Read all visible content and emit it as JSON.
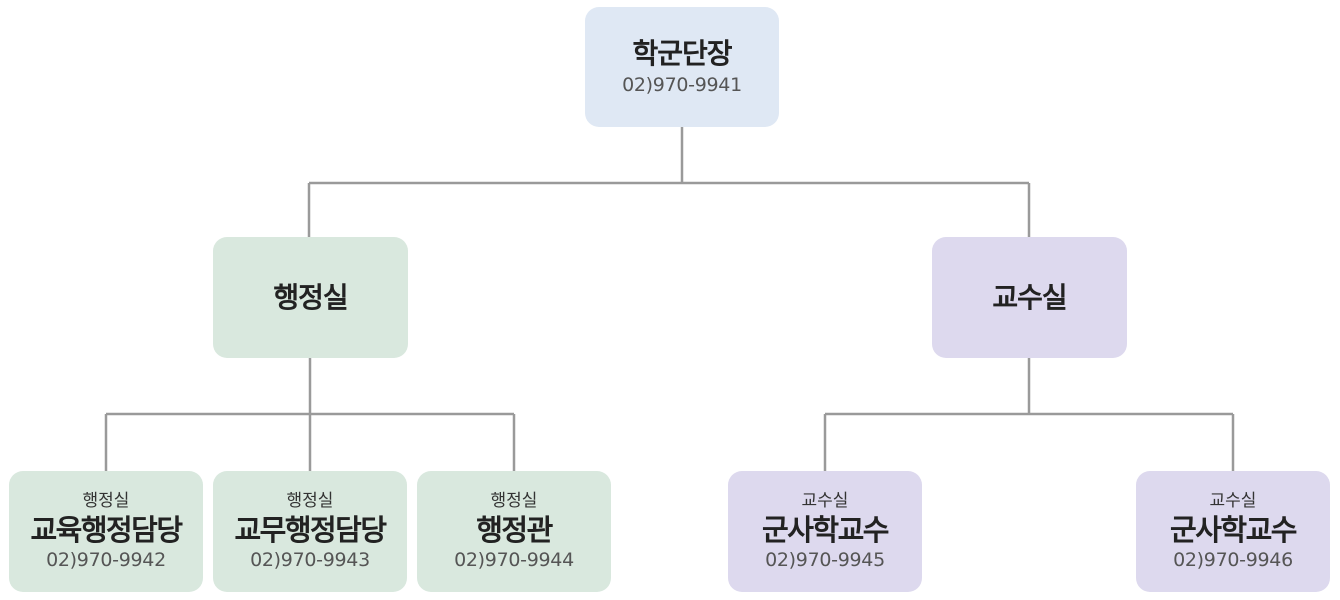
{
  "org": {
    "head": {
      "title": "학군단장",
      "phone": "02)970-9941"
    },
    "admin": {
      "title": "행정실"
    },
    "prof": {
      "title": "교수실"
    },
    "admin_children": [
      {
        "dept": "행정실",
        "role": "교육행정담당",
        "phone": "02)970-9942"
      },
      {
        "dept": "행정실",
        "role": "교무행정담당",
        "phone": "02)970-9943"
      },
      {
        "dept": "행정실",
        "role": "행정관",
        "phone": "02)970-9944"
      }
    ],
    "prof_children": [
      {
        "dept": "교수실",
        "role": "군사학교수",
        "phone": "02)970-9945"
      },
      {
        "dept": "교수실",
        "role": "군사학교수",
        "phone": "02)970-9946"
      }
    ]
  },
  "colors": {
    "head_bg": "#dfe8f4",
    "admin_bg": "#d9e8de",
    "prof_bg": "#ddd9ee",
    "connector": "#9a9a9a"
  }
}
